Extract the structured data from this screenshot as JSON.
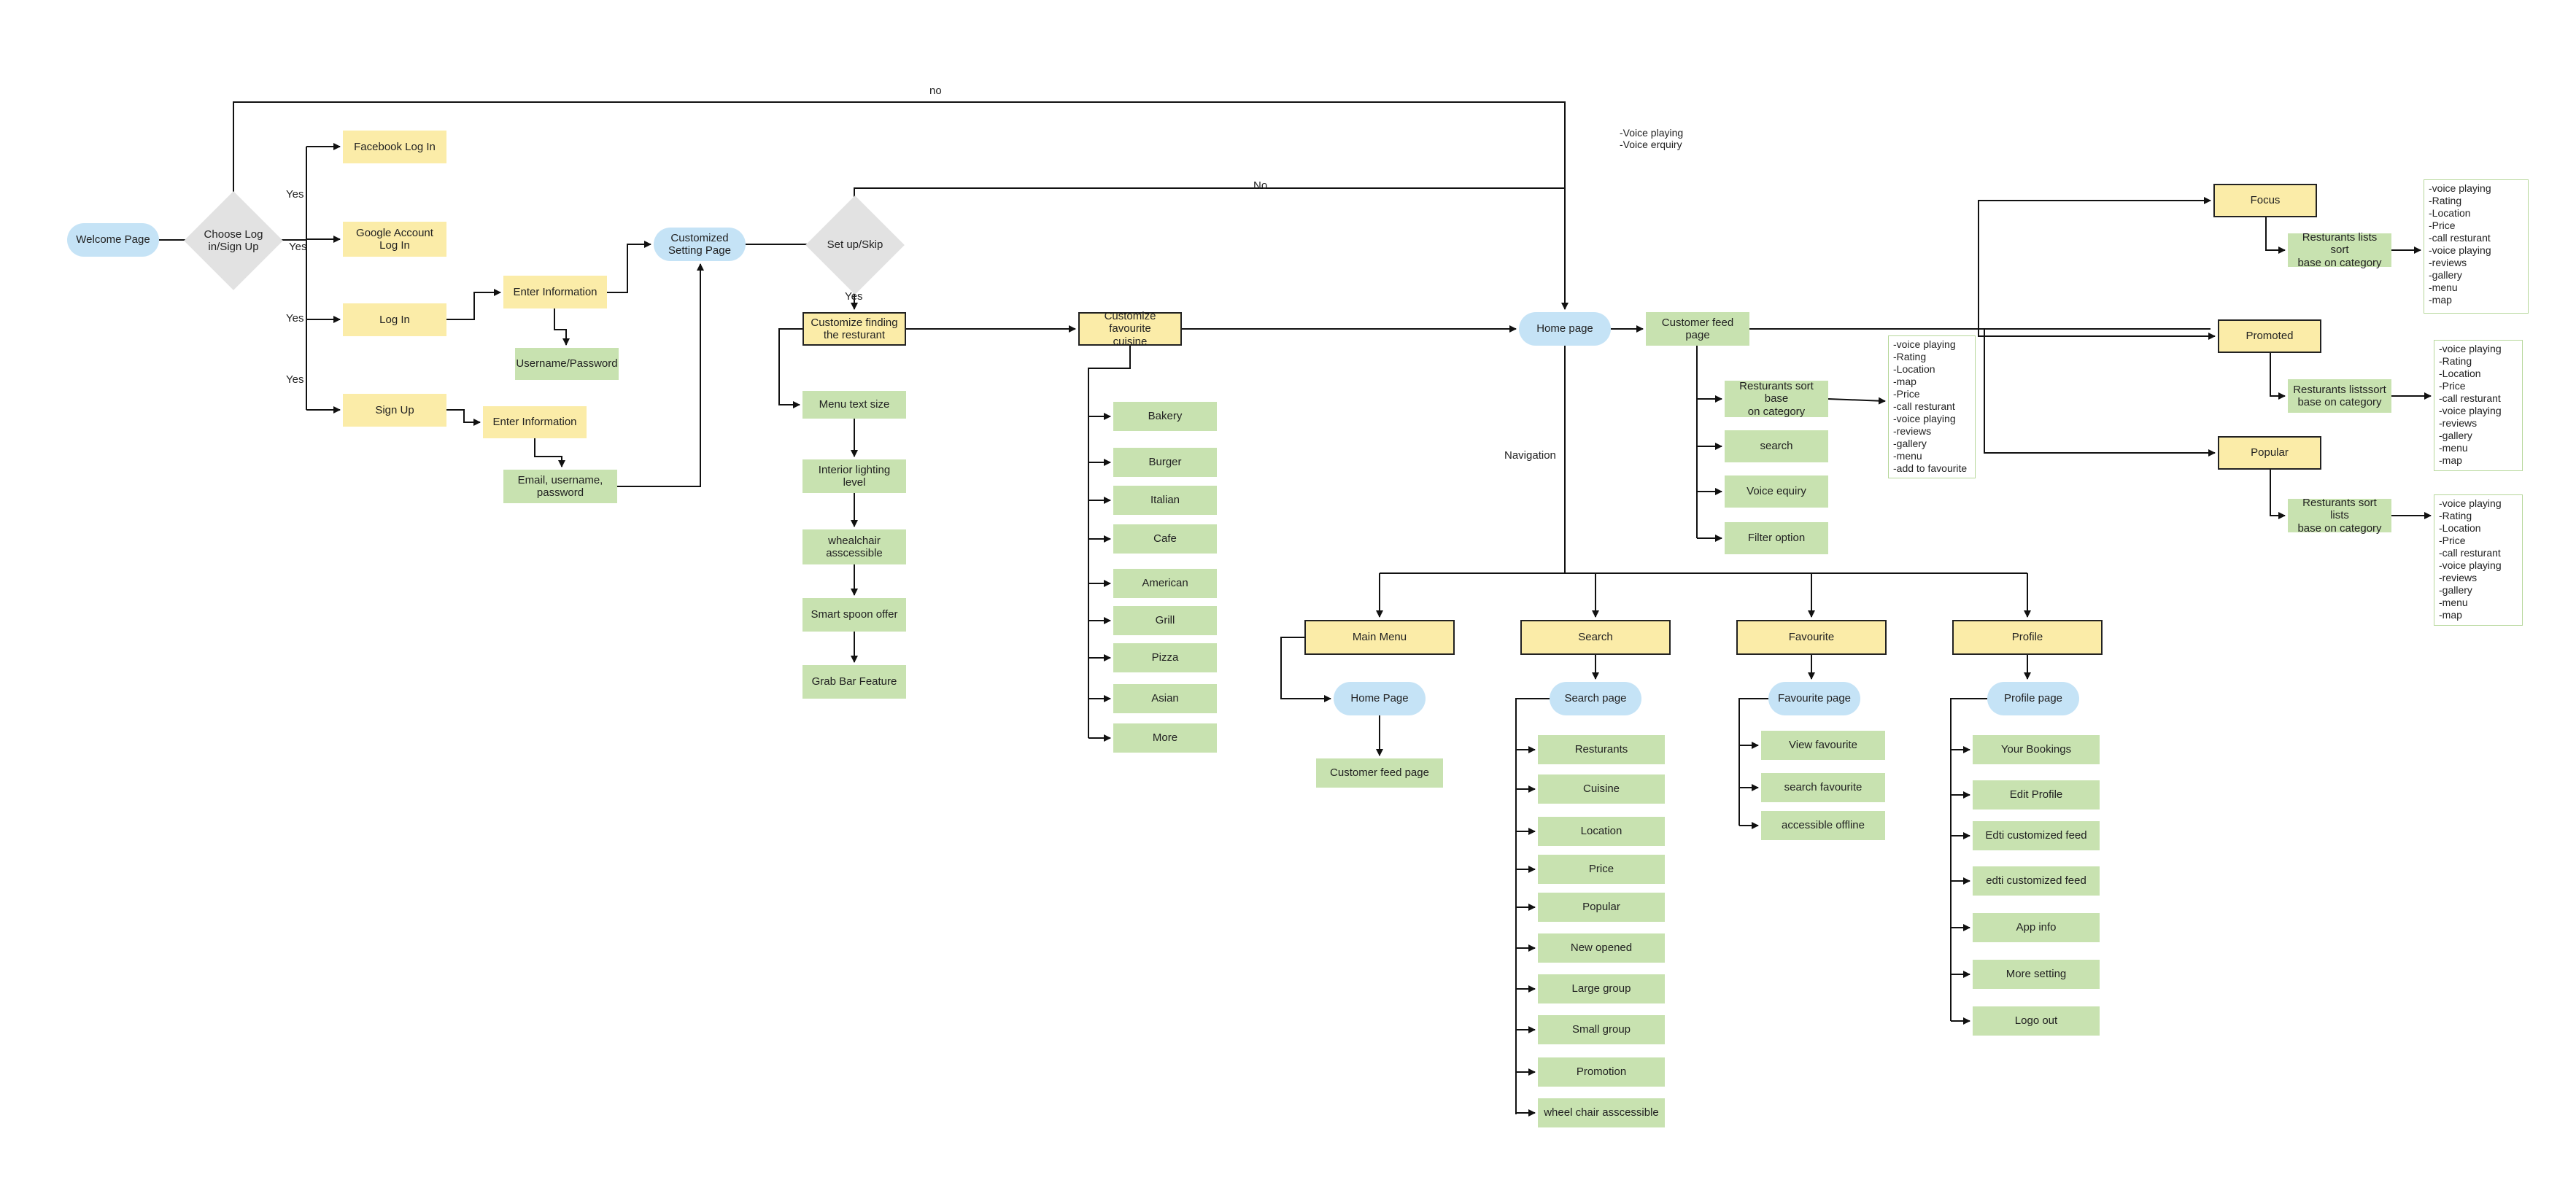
{
  "nodes": {
    "welcome": "Welcome Page",
    "choose": "Choose Log in/Sign Up",
    "facebook": "Facebook Log In",
    "google": "Google Account Log In",
    "login": "Log In",
    "signup": "Sign Up",
    "enter_info_1": "Enter Information",
    "username_password": "Username/Password",
    "enter_info_2": "Enter Information",
    "email_username_password": "Email, username,\npassword",
    "customized_setting": "Customized\nSetting Page",
    "setup_skip": "Set up/Skip",
    "customize_finding": "Customize finding\nthe resturant",
    "menu_text_size": "Menu text size",
    "interior_lighting": "Interior lighting level",
    "wheelchair": "whealchair\nasscessible",
    "smart_spoon": "Smart spoon offer",
    "grab_bar": "Grab Bar Feature",
    "customize_cuisine": "Customize favourite\ncuisine",
    "cuisines": [
      "Bakery",
      "Burger",
      "Italian",
      "Cafe",
      "American",
      "Grill",
      "Pizza",
      "Asian",
      "More"
    ],
    "home_page": "Home page",
    "customer_feed": "Customer feed page",
    "feed_items": [
      "Resturants sort base\non category",
      "search",
      "Voice equiry",
      "Filter option"
    ],
    "focus": "Focus",
    "focus_sort": "Resturants lists sort\nbase on category",
    "promoted": "Promoted",
    "promoted_sort": "Resturants listssort\nbase on category",
    "popular": "Popular",
    "popular_sort": "Resturants sort lists\nbase on category",
    "main_menu": "Main Menu",
    "mm_home": "Home Page",
    "mm_feed": "Customer feed page",
    "search": "Search",
    "search_page": "Search page",
    "search_items": [
      "Resturants",
      "Cuisine",
      "Location",
      "Price",
      "Popular",
      "New opened",
      "Large group",
      "Small group",
      "Promotion",
      "wheel chair asscessible"
    ],
    "favourite": "Favourite",
    "favourite_page": "Favourite page",
    "favourite_items": [
      "View favourite",
      "search favourite",
      "accessible offline"
    ],
    "profile": "Profile",
    "profile_page": "Profile page",
    "profile_items": [
      "Your Bookings",
      "Edit Profile",
      "Edti customized feed",
      "edti customized feed",
      "App info",
      "More setting",
      "Logo out"
    ]
  },
  "edge_labels": {
    "no_top": "no",
    "no_mid": "No",
    "yes_facebook": "Yes",
    "yes_google": "Yes",
    "yes_login": "Yes",
    "yes_signup": "Yes",
    "yes_setup": "Yes",
    "navigation": "Navigation"
  },
  "annotations": {
    "voice_note": "-Voice playing\n-Voice erquiry",
    "feed_list": "-voice playing\n-Rating\n-Location\n-map\n-Price\n-call resturant\n-voice playing\n-reviews\n-gallery\n-menu\n-add to favourite",
    "focus_list": "-voice playing\n-Rating\n-Location\n-Price\n-call resturant\n-voice playing\n-reviews\n-gallery\n-menu\n-map",
    "promoted_list": "-voice playing\n-Rating\n-Location\n-Price\n-call resturant\n-voice playing\n-reviews\n-gallery\n-menu\n-map",
    "popular_list": "-voice playing\n-Rating\n-Location\n-Price\n-call resturant\n-voice playing\n-reviews\n-gallery\n-menu\n-map"
  },
  "colors": {
    "green_box": "#c8e2b0",
    "yellow_box": "#fbeca8",
    "blue_terminal": "#c5e3f6",
    "decision_gray": "#e2e2e2",
    "line": "#111111"
  }
}
